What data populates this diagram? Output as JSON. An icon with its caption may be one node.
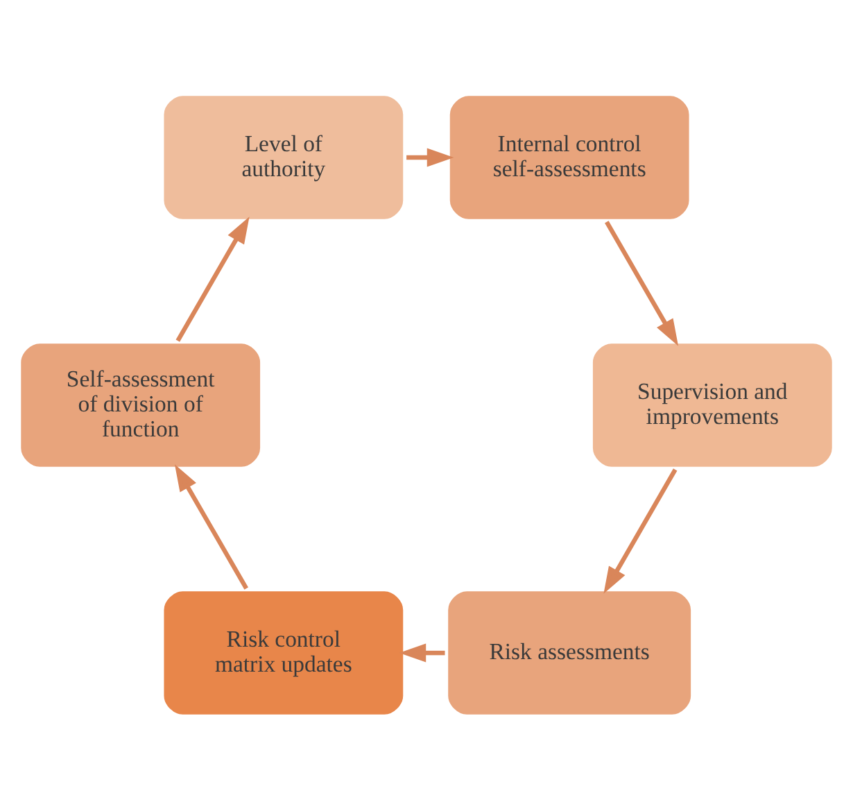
{
  "diagram": {
    "nodes": [
      {
        "text": [
          "Risk assessments"
        ]
      },
      {
        "text": [
          "Risk control matrix updates"
        ]
      },
      {
        "text": [
          "Self-assessment of division of function"
        ]
      },
      {
        "text": [
          "Level of authority"
        ]
      },
      {
        "text": [
          "Internal control self-assessments"
        ]
      },
      {
        "text": [
          "Supervision and improvements"
        ]
      }
    ],
    "edges": [
      {
        "from": 0,
        "to": 1,
        "arrow": "to"
      },
      {
        "from": 1,
        "to": 2,
        "arrow": "to"
      },
      {
        "from": 2,
        "to": 3,
        "arrow": "to"
      },
      {
        "from": 3,
        "to": 4,
        "arrow": "to"
      },
      {
        "from": 4,
        "to": 5,
        "arrow": "to"
      },
      {
        "from": 5,
        "to": 0,
        "arrow": "to"
      }
    ]
  }
}
